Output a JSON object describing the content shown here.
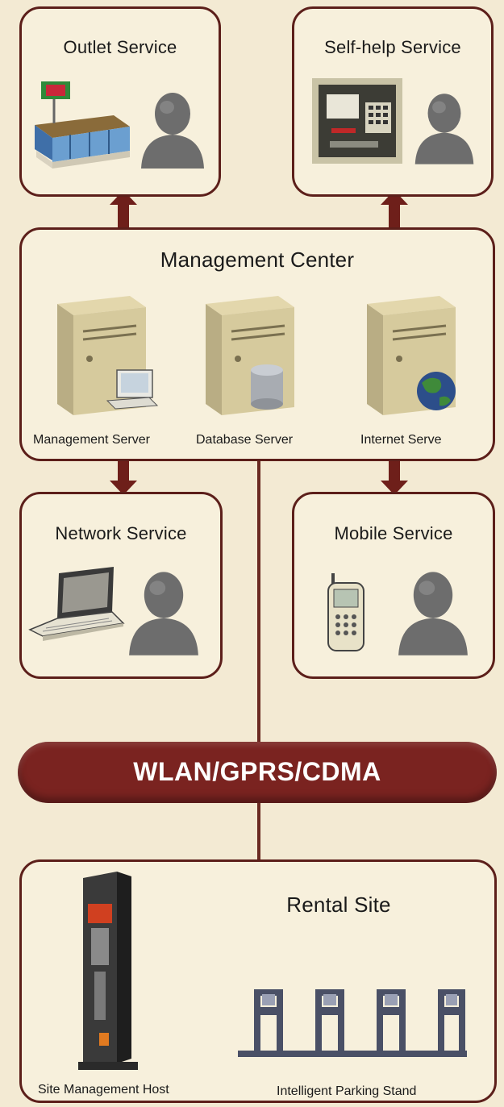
{
  "outlet": {
    "title": "Outlet Service"
  },
  "selfhelp": {
    "title": "Self‑help Service"
  },
  "management": {
    "title": "Management Center",
    "servers": [
      "Management Server",
      "Database Server",
      "Internet Serve"
    ]
  },
  "network": {
    "title": "Network Service"
  },
  "mobile": {
    "title": "Mobile Service"
  },
  "bus": {
    "label": "WLAN/GPRS/CDMA"
  },
  "rental": {
    "title": "Rental Site",
    "host_label": "Site Management Host",
    "stand_label": "Intelligent Parking Stand"
  },
  "colors": {
    "border": "#5c1f1a",
    "bar": "#7a2320",
    "background": "#f3ead3"
  }
}
